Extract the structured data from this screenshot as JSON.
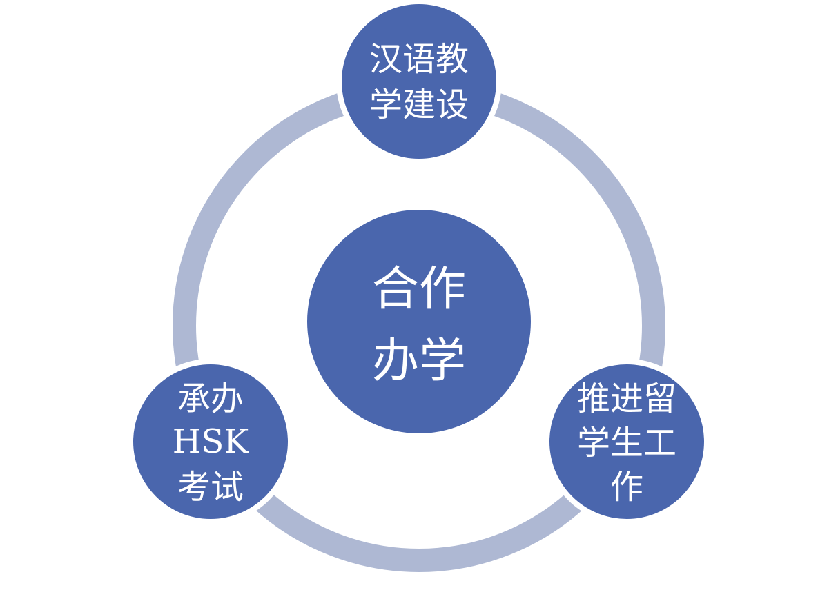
{
  "center": {
    "lines": [
      "合作",
      "办学"
    ]
  },
  "nodes": [
    {
      "id": "top",
      "lines": [
        "汉语教",
        "学建设"
      ]
    },
    {
      "id": "right",
      "lines": [
        "推进留",
        "学生工",
        "作"
      ]
    },
    {
      "id": "left",
      "lines": [
        "承办",
        "HSK",
        "考试"
      ]
    }
  ],
  "colors": {
    "node_fill": "#4a66ad",
    "ring": "#aeb8d3",
    "text": "#ffffff",
    "background": "#ffffff"
  }
}
